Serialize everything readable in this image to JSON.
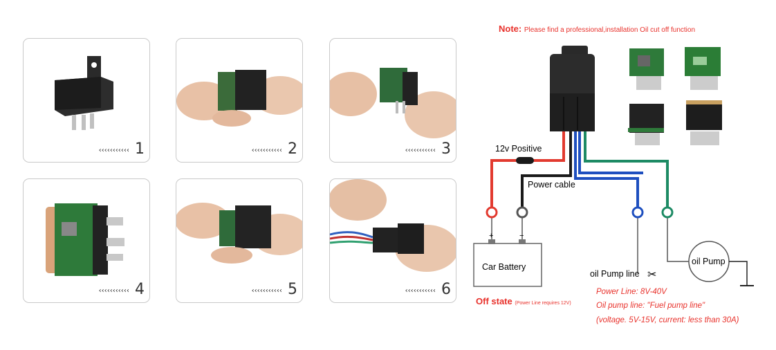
{
  "steps": [
    {
      "num": "1",
      "chevrons": "‹‹‹‹‹‹‹‹‹‹‹"
    },
    {
      "num": "2",
      "chevrons": "‹‹‹‹‹‹‹‹‹‹‹"
    },
    {
      "num": "3",
      "chevrons": "‹‹‹‹‹‹‹‹‹‹‹"
    },
    {
      "num": "4",
      "chevrons": "‹‹‹‹‹‹‹‹‹‹‹"
    },
    {
      "num": "5",
      "chevrons": "‹‹‹‹‹‹‹‹‹‹‹"
    },
    {
      "num": "6",
      "chevrons": "‹‹‹‹‹‹‹‹‹‹‹"
    }
  ],
  "note": {
    "label": "Note:",
    "text": "Please find a professional,installation Oil cut off function"
  },
  "wiring": {
    "positive_label": "12v Positive",
    "power_cable_label": "Power cable",
    "battery_label": "Car Battery",
    "plus": "+",
    "minus": "−",
    "pump_line_label": "oil Pump line",
    "scissors": "✂",
    "pump_label": "oil Pump"
  },
  "specs": {
    "power_line": "Power Line: 8V-40V",
    "pump_line": "Oil pump line: \"Fuel pump line\"",
    "voltage": "(voltage. 5V-15V, current: less than 30A)"
  },
  "off_state": {
    "label": "Off state",
    "note": "(Power Line requires 12V)"
  },
  "colors": {
    "red": "#e23a2f",
    "black": "#1a1a1a",
    "blue": "#1e4fbf",
    "green": "#1d8a64",
    "note_red": "#e8312b"
  }
}
